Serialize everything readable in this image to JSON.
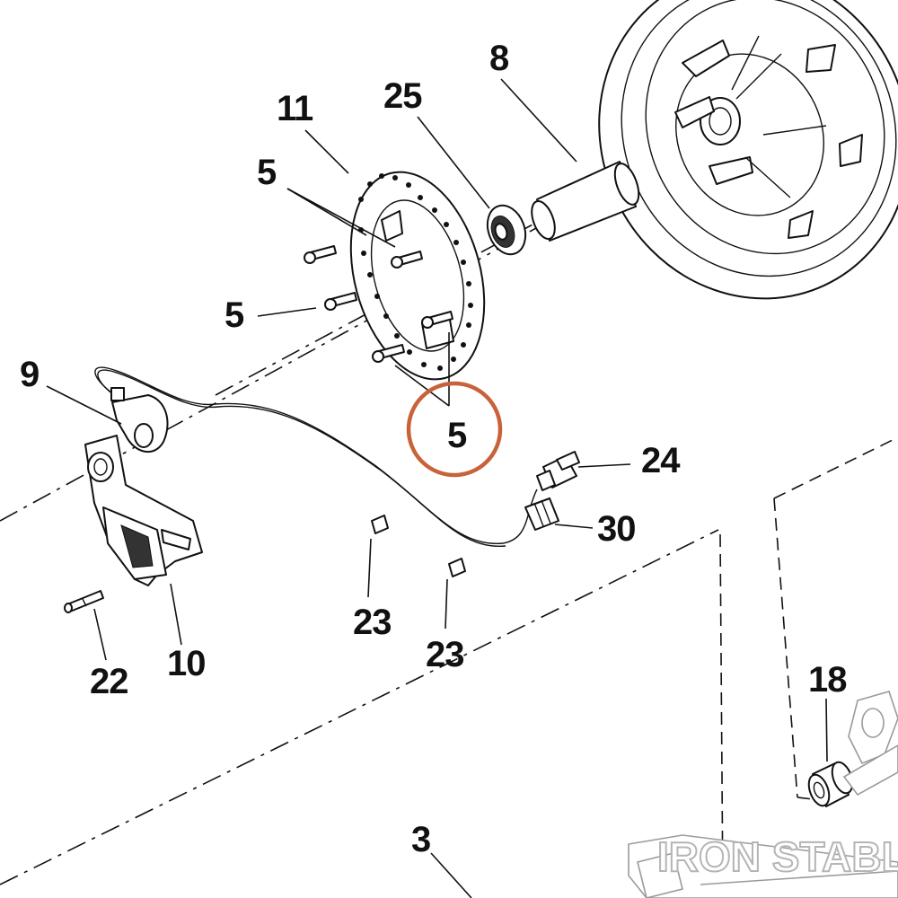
{
  "diagram": {
    "callouts": [
      {
        "id": "c8",
        "text": "8"
      },
      {
        "id": "c25",
        "text": "25"
      },
      {
        "id": "c11",
        "text": "11"
      },
      {
        "id": "c5a",
        "text": "5"
      },
      {
        "id": "c5b",
        "text": "5"
      },
      {
        "id": "c5c",
        "text": "5"
      },
      {
        "id": "c9",
        "text": "9"
      },
      {
        "id": "c24",
        "text": "24"
      },
      {
        "id": "c30",
        "text": "30"
      },
      {
        "id": "c23a",
        "text": "23"
      },
      {
        "id": "c23b",
        "text": "23"
      },
      {
        "id": "c22",
        "text": "22"
      },
      {
        "id": "c10",
        "text": "10"
      },
      {
        "id": "c18",
        "text": "18"
      },
      {
        "id": "c3",
        "text": "3"
      }
    ],
    "highlight_color": "#c8623a",
    "watermark": "IRON STABLE"
  }
}
